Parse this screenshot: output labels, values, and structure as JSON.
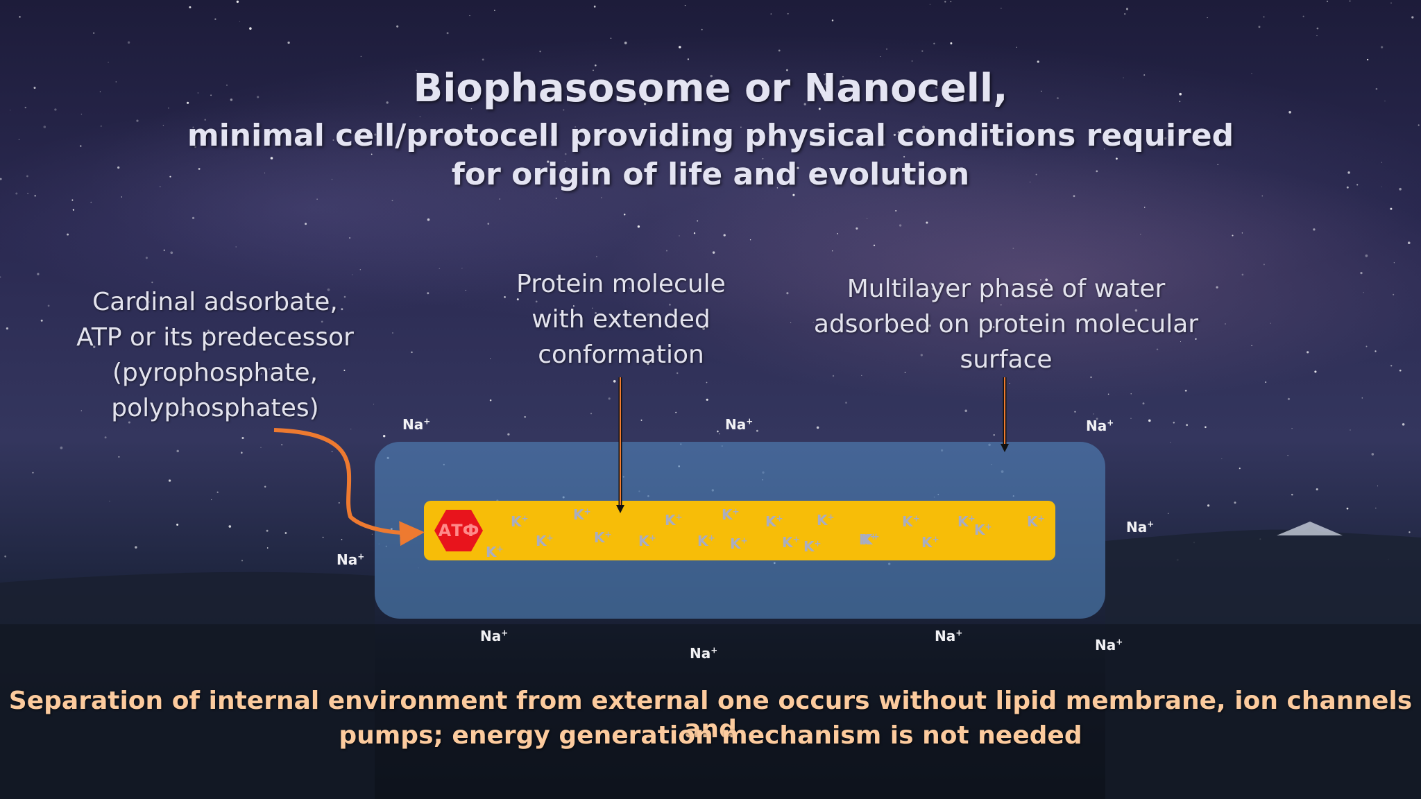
{
  "title": {
    "line1": "Biophasosome or Nanocell,",
    "line2": "minimal cell/protocell providing physical conditions required",
    "line3": "for origin of life and evolution"
  },
  "labels": {
    "cardinal": [
      "Cardinal adsorbate,",
      "ATP or its predecessor",
      "(pyrophosphate,",
      "polyphosphates)"
    ],
    "protein": [
      "Protein molecule",
      "with extended",
      "conformation"
    ],
    "water": [
      "Multilayer phase of water",
      "adsorbed on protein molecular",
      "surface"
    ]
  },
  "atp_label": "АТФ",
  "ions": {
    "na_symbol": "Na",
    "k_symbol": "K",
    "charge": "+"
  },
  "bottom_text": {
    "line1": "Separation of internal environment from external one occurs without lipid membrane, ion channels and",
    "line2": "pumps; energy generation mechanism is not needed"
  },
  "colors": {
    "protein": "#f7bd08",
    "atp_hexagon": "#e8141c",
    "arrow_orange": "#ee7a30",
    "water_layer": "#5082b9",
    "bottom_text": "#fccb9e"
  }
}
